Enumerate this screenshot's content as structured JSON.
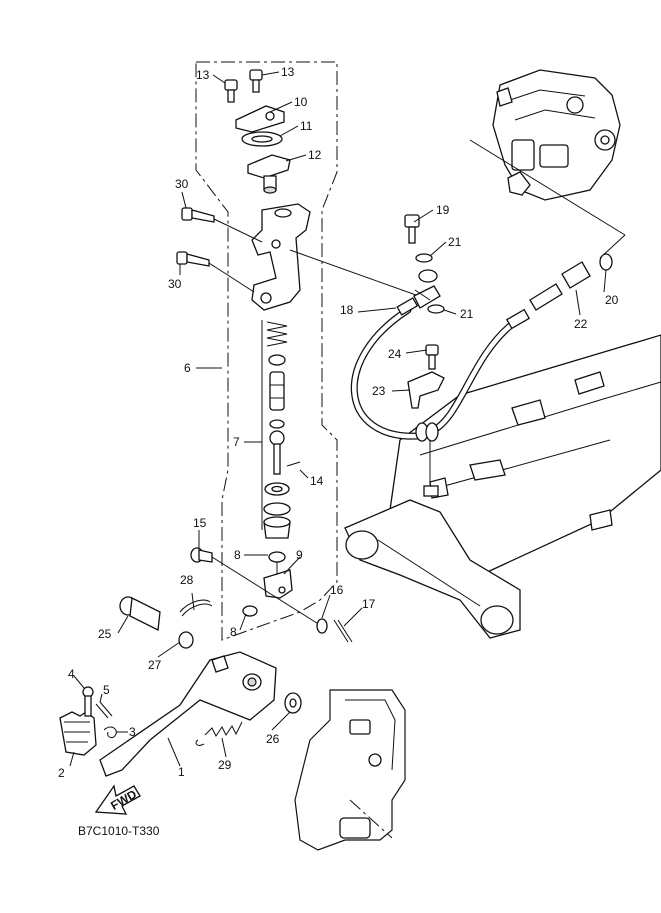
{
  "diagram_code": "B7C1010-T330",
  "fwd_label": "FWD",
  "callouts": [
    {
      "id": "c1",
      "text": "1"
    },
    {
      "id": "c2",
      "text": "2"
    },
    {
      "id": "c3",
      "text": "3"
    },
    {
      "id": "c4",
      "text": "4"
    },
    {
      "id": "c5",
      "text": "5"
    },
    {
      "id": "c6",
      "text": "6"
    },
    {
      "id": "c7",
      "text": "7"
    },
    {
      "id": "c8a",
      "text": "8"
    },
    {
      "id": "c8b",
      "text": "8"
    },
    {
      "id": "c9",
      "text": "9"
    },
    {
      "id": "c10",
      "text": "10"
    },
    {
      "id": "c11",
      "text": "11"
    },
    {
      "id": "c12",
      "text": "12"
    },
    {
      "id": "c13a",
      "text": "13"
    },
    {
      "id": "c13b",
      "text": "13"
    },
    {
      "id": "c14",
      "text": "14"
    },
    {
      "id": "c15",
      "text": "15"
    },
    {
      "id": "c16",
      "text": "16"
    },
    {
      "id": "c17",
      "text": "17"
    },
    {
      "id": "c18",
      "text": "18"
    },
    {
      "id": "c19",
      "text": "19"
    },
    {
      "id": "c20",
      "text": "20"
    },
    {
      "id": "c21a",
      "text": "21"
    },
    {
      "id": "c21b",
      "text": "21"
    },
    {
      "id": "c22",
      "text": "22"
    },
    {
      "id": "c23",
      "text": "23"
    },
    {
      "id": "c24",
      "text": "24"
    },
    {
      "id": "c25",
      "text": "25"
    },
    {
      "id": "c26",
      "text": "26"
    },
    {
      "id": "c27",
      "text": "27"
    },
    {
      "id": "c28",
      "text": "28"
    },
    {
      "id": "c29",
      "text": "29"
    },
    {
      "id": "c30a",
      "text": "30"
    },
    {
      "id": "c30b",
      "text": "30"
    }
  ]
}
